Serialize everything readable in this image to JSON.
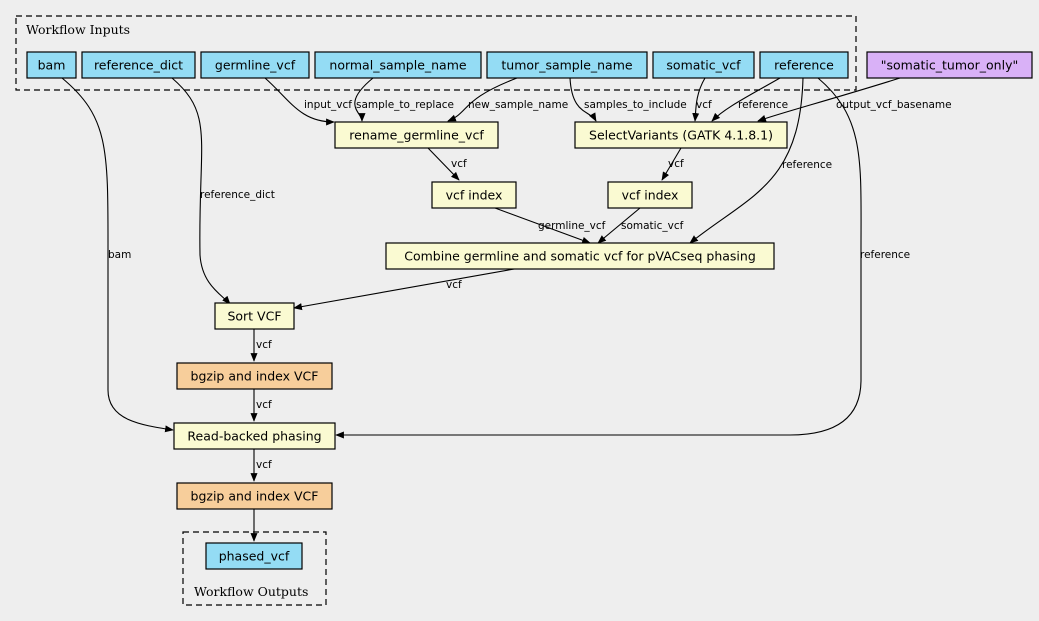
{
  "clusters": {
    "inputs_label": "Workflow Inputs",
    "outputs_label": "Workflow Outputs"
  },
  "inputs": {
    "bam": "bam",
    "reference_dict": "reference_dict",
    "germline_vcf": "germline_vcf",
    "normal_sample_name": "normal_sample_name",
    "tumor_sample_name": "tumor_sample_name",
    "somatic_vcf": "somatic_vcf",
    "reference": "reference"
  },
  "constant": "\"somatic_tumor_only\"",
  "steps": {
    "rename_germline_vcf": "rename_germline_vcf",
    "select_variants": "SelectVariants (GATK 4.1.8.1)",
    "vcf_index_germline": "vcf index",
    "vcf_index_somatic": "vcf index",
    "combine": "Combine germline and somatic vcf for pVACseq phasing",
    "sort_vcf": "Sort VCF",
    "bgzip_1": "bgzip and index VCF",
    "read_backed_phasing": "Read-backed phasing",
    "bgzip_2": "bgzip and index VCF"
  },
  "outputs": {
    "phased_vcf": "phased_vcf"
  },
  "edge_labels": {
    "input_vcf": "input_vcf",
    "sample_to_replace": "sample_to_replace",
    "new_sample_name": "new_sample_name",
    "samples_to_include": "samples_to_include",
    "vcf_select": "vcf",
    "reference_select": "reference",
    "output_vcf_basename": "output_vcf_basename",
    "vcf_rename_index": "vcf",
    "vcf_select_index": "vcf",
    "reference_combine": "reference",
    "germline_vcf": "germline_vcf",
    "somatic_vcf": "somatic_vcf",
    "reference_dict": "reference_dict",
    "bam": "bam",
    "reference_phasing": "reference",
    "vcf_combine_sort": "vcf",
    "vcf_sort_bgzip": "vcf",
    "vcf_bgzip_phasing": "vcf",
    "vcf_phasing_bgzip": "vcf"
  }
}
